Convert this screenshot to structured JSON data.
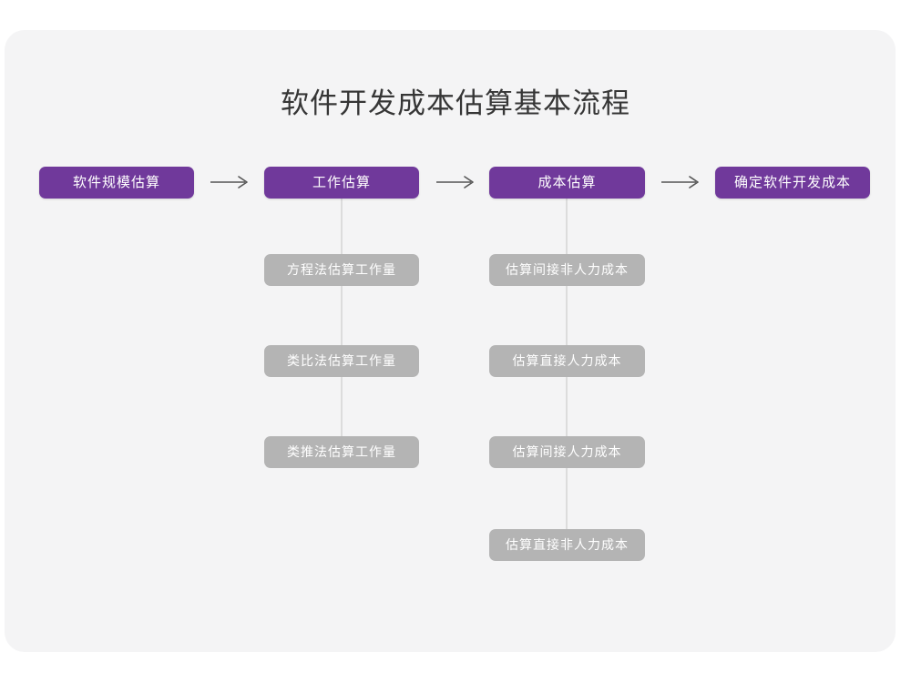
{
  "diagram": {
    "title": "软件开发成本估算基本流程",
    "background_color": "#f4f4f5",
    "page_color": "#ffffff",
    "primary_color": "#70399b",
    "secondary_color": "#b4b4b4",
    "connector_color": "#dcdcdc",
    "title_color": "#363636",
    "arrow_color": "#555555"
  },
  "flow": {
    "steps": [
      {
        "id": "step-1",
        "label": "软件规模估算",
        "type": "primary",
        "substeps": []
      },
      {
        "id": "step-2",
        "label": "工作估算",
        "type": "primary",
        "substeps": [
          {
            "id": "step-2-sub-1",
            "label": "方程法估算工作量"
          },
          {
            "id": "step-2-sub-2",
            "label": "类比法估算工作量"
          },
          {
            "id": "step-2-sub-3",
            "label": "类推法估算工作量"
          }
        ]
      },
      {
        "id": "step-3",
        "label": "成本估算",
        "type": "primary",
        "substeps": [
          {
            "id": "step-3-sub-1",
            "label": "估算间接非人力成本"
          },
          {
            "id": "step-3-sub-2",
            "label": "估算直接人力成本"
          },
          {
            "id": "step-3-sub-3",
            "label": "估算间接人力成本"
          },
          {
            "id": "step-3-sub-4",
            "label": "估算直接非人力成本"
          }
        ]
      },
      {
        "id": "step-4",
        "label": "确定软件开发成本",
        "type": "primary",
        "substeps": []
      }
    ],
    "connectors": [
      {
        "id": "arrow-1",
        "from": "step-1",
        "to": "step-2",
        "glyph": "arrow-right"
      },
      {
        "id": "arrow-2",
        "from": "step-2",
        "to": "step-3",
        "glyph": "arrow-right"
      },
      {
        "id": "arrow-3",
        "from": "step-3",
        "to": "step-4",
        "glyph": "arrow-right"
      }
    ]
  }
}
